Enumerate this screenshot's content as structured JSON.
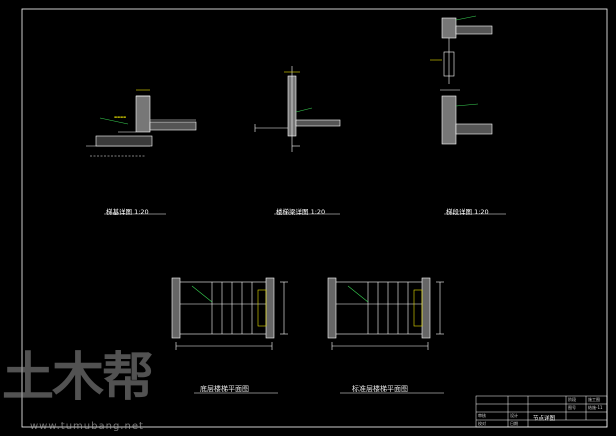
{
  "drawing": {
    "title_en": "Stair Details",
    "detail_captions": [
      {
        "text": "梯基详图 1:20"
      },
      {
        "text": "楼梯梁详图 1:20"
      },
      {
        "text": "梯段详图 1:20"
      }
    ],
    "plan_captions": {
      "ground": "底层楼梯平面图",
      "standard": "标准层楼梯平面图"
    }
  },
  "title_block": {
    "sheet_title": "节点详图",
    "sheet_no": "结施-11",
    "fields": [
      "审核",
      "校对",
      "设计",
      "日期",
      "图号",
      "阶段",
      "施工图"
    ]
  },
  "watermark": {
    "text": "土木帮",
    "url": "www.tumubang.net"
  },
  "colors": {
    "background": "#000000",
    "lines": "#ffffff",
    "accent_yellow": "#e8e000",
    "accent_green": "#39d353",
    "accent_red": "#ff3b3b",
    "accent_cyan": "#39c6ff"
  }
}
